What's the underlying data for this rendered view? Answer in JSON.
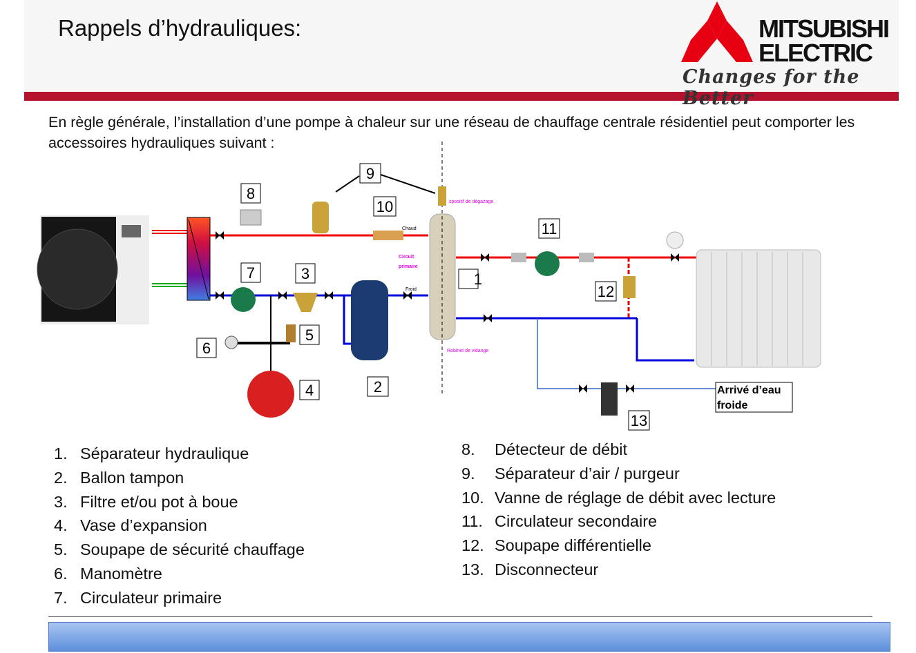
{
  "title": "Rappels d’hydrauliques:",
  "logo": {
    "line1": "MITSUBISHI",
    "line2": "ELECTRIC",
    "tagline": "Changes for the Better",
    "brand_red": "#e60012"
  },
  "intro": "En règle générale, l’installation d’une pompe à chaleur sur une réseau de chauffage centrale résidentiel peut comporter les accessoires hydrauliques suivant :",
  "diagram": {
    "labels": {
      "degazage": "spositif de dégazage",
      "chaud": "Chaud",
      "froid": "Froid",
      "circuit": "Circuit",
      "primaire": "primaire",
      "vidange": "Robinet de vidange",
      "eau_line1": "Arrivé d’eau",
      "eau_line2": "froide"
    },
    "callouts": [
      "1",
      "2",
      "3",
      "4",
      "5",
      "6",
      "7",
      "8",
      "9",
      "10",
      "11",
      "12",
      "13"
    ]
  },
  "legend_left": [
    {
      "n": "1.",
      "text": "Séparateur hydraulique"
    },
    {
      "n": "2.",
      "text": "Ballon tampon"
    },
    {
      "n": "3.",
      "text": "Filtre et/ou pot à boue"
    },
    {
      "n": "4.",
      "text": "Vase d’expansion"
    },
    {
      "n": "5.",
      "text": "Soupape de sécurité chauffage"
    },
    {
      "n": "6.",
      "text": "Manomètre"
    },
    {
      "n": "7.",
      "text": "Circulateur primaire"
    }
  ],
  "legend_right": [
    {
      "n": "8.",
      "text": "Détecteur de débit"
    },
    {
      "n": "9.",
      "text": "Séparateur d’air / purgeur"
    },
    {
      "n": "10.",
      "text": "Vanne de réglage de débit avec lecture"
    },
    {
      "n": "11.",
      "text": "Circulateur secondaire"
    },
    {
      "n": "12.",
      "text": "Soupape différentielle"
    },
    {
      "n": "13.",
      "text": "Disconnecteur"
    }
  ]
}
